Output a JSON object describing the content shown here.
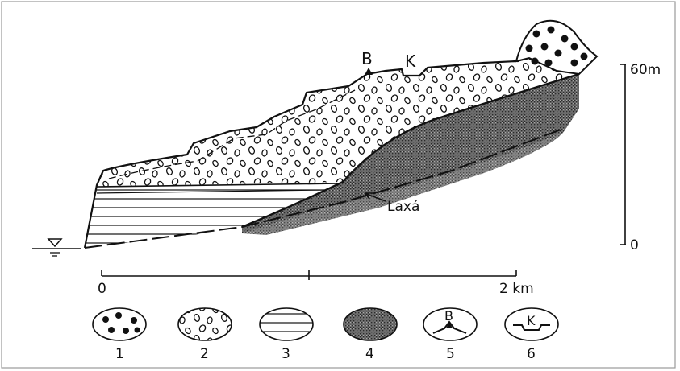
{
  "point_labels": {
    "b": "B",
    "k": "K"
  },
  "river_label": "Laxá",
  "height_scale": {
    "top": "60m",
    "bottom": "0"
  },
  "distance_scale": {
    "start": "0",
    "end": "2 km"
  },
  "legend": [
    {
      "number": "1",
      "pattern": "large-black-dots"
    },
    {
      "number": "2",
      "pattern": "open-pebbles"
    },
    {
      "number": "3",
      "pattern": "horizontal-lines"
    },
    {
      "number": "4",
      "pattern": "dark-stipple"
    },
    {
      "number": "5",
      "pattern": "point-B-symbol",
      "label": "B"
    },
    {
      "number": "6",
      "pattern": "notch-K-symbol",
      "label": "K"
    }
  ]
}
